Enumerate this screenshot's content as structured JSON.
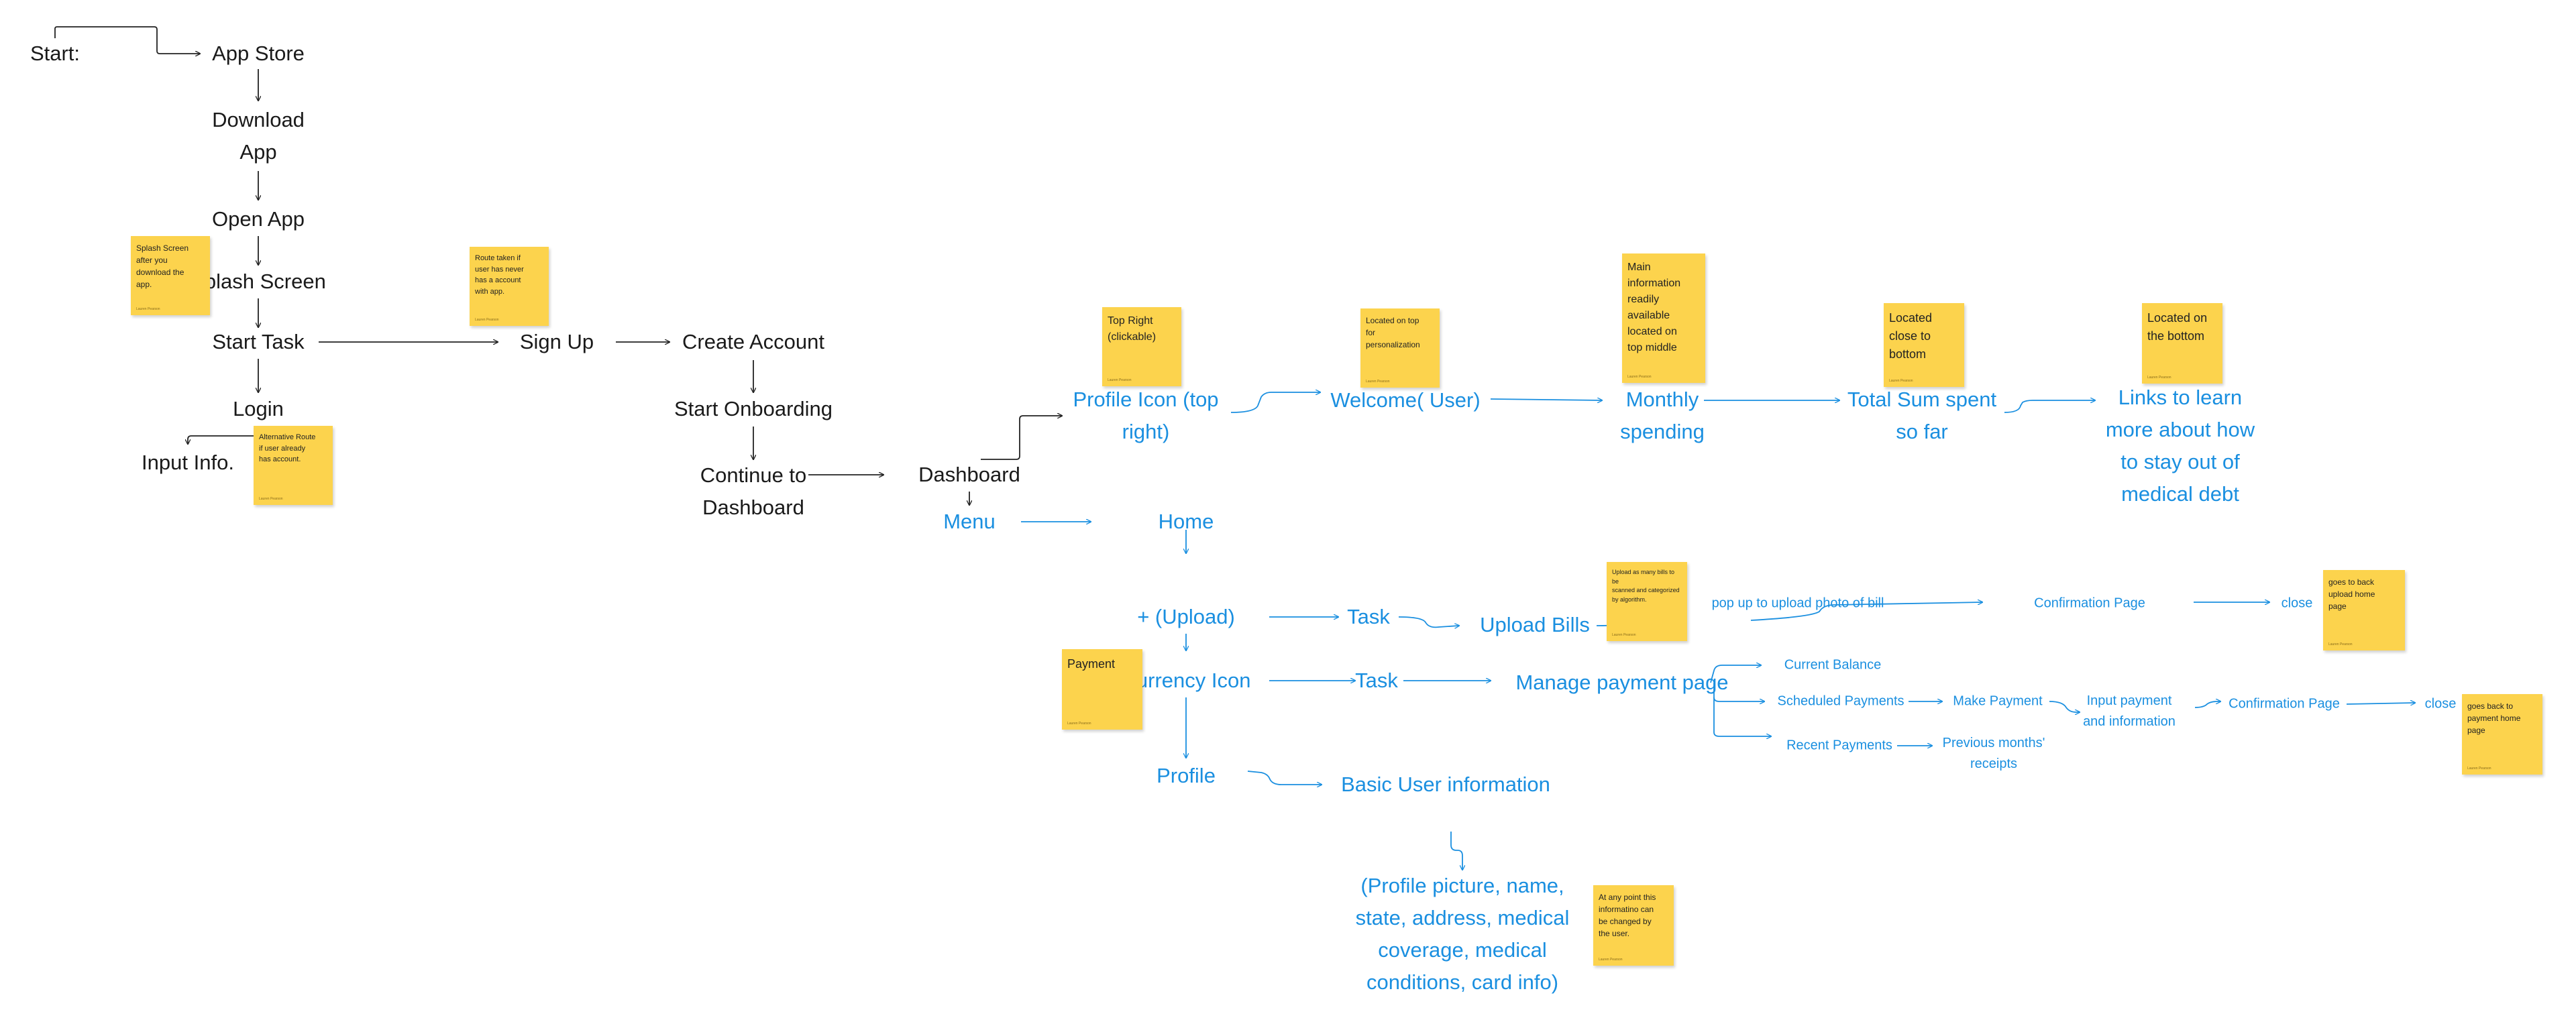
{
  "colors": {
    "flow_black": "#1a1a1a",
    "flow_blue": "#1a8fe0",
    "sticky": "#fcd34d"
  },
  "nodes": {
    "start": "Start:",
    "app_store": "App Store",
    "download_1": "Download",
    "download_2": "App",
    "open_app": "Open App",
    "splash_screen": "Splash Screen",
    "start_task": "Start Task",
    "login": "Login",
    "input_info": "Input Info.",
    "sign_up": "Sign Up",
    "create_account": "Create Account",
    "start_onboarding": "Start Onboarding",
    "continue_1": "Continue to",
    "continue_2": "Dashboard",
    "dashboard": "Dashboard",
    "menu": "Menu",
    "home": "Home",
    "upload": "+ (Upload)",
    "currency_icon": "Currency Icon",
    "profile": "Profile",
    "profile_icon_1": "Profile Icon (top",
    "profile_icon_2": "right)",
    "welcome": "Welcome( User)",
    "monthly_1": "Monthly",
    "monthly_2": "spending",
    "total_1": "Total Sum spent",
    "total_2": "so far",
    "links_1": "Links to learn",
    "links_2": "more about how",
    "links_3": "to stay out of",
    "links_4": "medical debt",
    "task_upload": "Task",
    "upload_bills": "Upload Bills",
    "popup": "pop up to upload photo of bill",
    "confirmation_1": "Confirmation Page",
    "close_1": "close",
    "task_payment": "Task",
    "manage_payment": "Manage payment page",
    "current_balance": "Current Balance",
    "scheduled_payments": "Scheduled Payments",
    "make_payment": "Make Payment",
    "input_payment_1": "Input payment",
    "input_payment_2": "and information",
    "confirmation_2": "Confirmation Page",
    "close_2": "close",
    "recent_payments": "Recent Payments",
    "previous_1": "Previous months'",
    "previous_2": "receipts",
    "basic_info": "Basic User information",
    "details_1": "(Profile picture, name,",
    "details_2": "state, address, medical",
    "details_3": "coverage, medical",
    "details_4": "conditions, card info)"
  },
  "stickies": {
    "footer": "Lauren Pearson",
    "splash": [
      "Splash Screen",
      "after you",
      "download the",
      "app."
    ],
    "alt_route": [
      "Alternative Route",
      "if user already",
      "has account."
    ],
    "route_taken": [
      "Route taken if",
      "user has never",
      "has a account",
      "with app."
    ],
    "top_right": [
      "Top Right",
      "(clickable)"
    ],
    "located_top": [
      "Located on top",
      "for",
      "personalization"
    ],
    "main_info": [
      "Main",
      "information",
      "readily",
      "available",
      "located on",
      "top middle"
    ],
    "located_close": [
      "Located",
      "close to",
      "bottom"
    ],
    "located_bottom": [
      "Located on",
      "the bottom"
    ],
    "upload_note": [
      "Upload as many bills to be",
      "scanned and categorized",
      "by algorithm."
    ],
    "upload_home": [
      "goes to back",
      "upload home",
      "page"
    ],
    "payment": [
      "Payment"
    ],
    "payment_home": [
      "goes back to",
      "payment home",
      "page"
    ],
    "any_point": [
      "At any point this",
      "informatino can",
      "be changed by",
      "the user."
    ]
  }
}
